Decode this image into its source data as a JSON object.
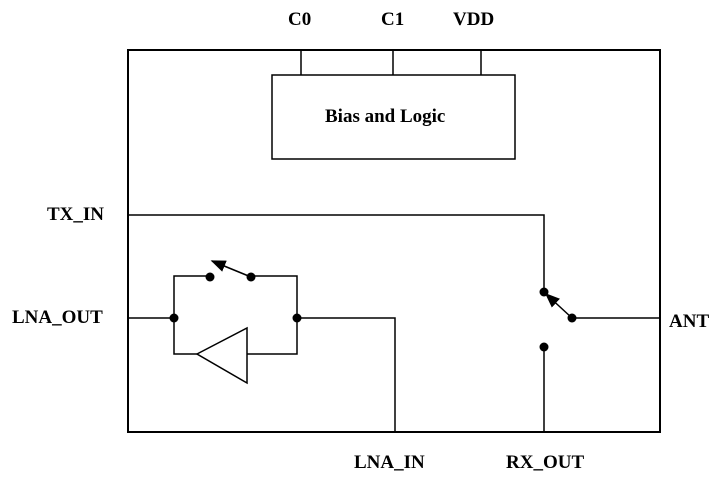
{
  "pins": {
    "c0": "C0",
    "c1": "C1",
    "vdd": "VDD",
    "tx_in": "TX_IN",
    "lna_out": "LNA_OUT",
    "ant": "ANT",
    "lna_in": "LNA_IN",
    "rx_out": "RX_OUT"
  },
  "blocks": {
    "bias_logic": "Bias and Logic"
  },
  "colors": {
    "line": "#000000",
    "background": "#ffffff"
  }
}
